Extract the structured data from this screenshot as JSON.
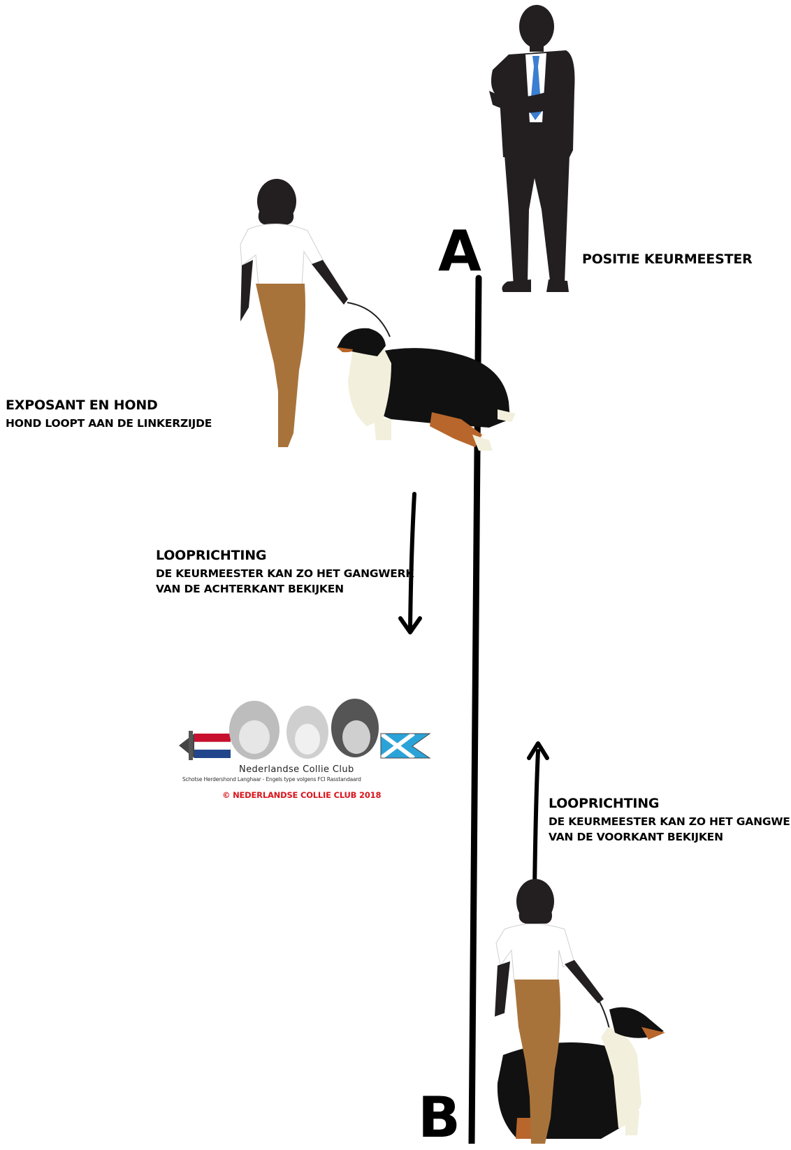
{
  "markers": {
    "start": "A",
    "end": "B"
  },
  "judge": {
    "label": "POSITIE KEURMEESTER"
  },
  "exhibitor": {
    "title": "EXPOSANT EN HOND",
    "subtitle": "HOND LOOPT AAN DE LINKERZIJDE"
  },
  "direction_down": {
    "title": "LOOPRICHTING",
    "line1": "DE KEURMEESTER KAN ZO HET GANGWERK",
    "line2": "VAN DE ACHTERKANT BEKIJKEN"
  },
  "direction_up": {
    "title": "LOOPRICHTING",
    "line1": "DE KEURMEESTER KAN ZO HET GANGWERK",
    "line2": "VAN DE VOORKANT BEKIJKEN"
  },
  "logo": {
    "name": "Nederlandse Collie Club",
    "tagline": "Schotse Herdershond Langhaar - Engels type volgens FCI Rasstandaard",
    "copyright": "© NEDERLANDSE COLLIE CLUB 2018"
  },
  "colors": {
    "silhouette": "#231f20",
    "shirt": "#ffffff",
    "trousers": "#a8733b",
    "tie": "#3b7fd0",
    "dog_black": "#111111",
    "dog_cream": "#f2efdc",
    "dog_tan": "#b8662b",
    "copyright_red": "#d8151c"
  }
}
